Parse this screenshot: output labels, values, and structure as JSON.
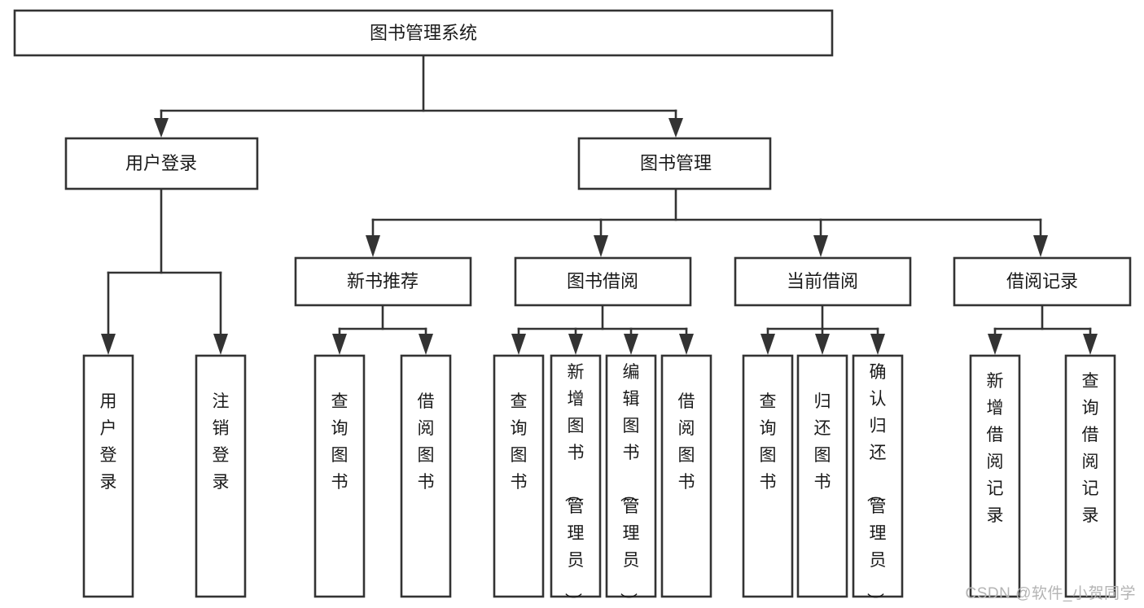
{
  "diagram": {
    "title": "图书管理系统",
    "type": "tree-hierarchy",
    "watermark": "CSDN @软件_小贺同学",
    "root": {
      "id": "root",
      "label": "图书管理系统"
    },
    "level2": [
      {
        "id": "user-login",
        "label": "用户登录"
      },
      {
        "id": "book-management",
        "label": "图书管理"
      }
    ],
    "level3": [
      {
        "id": "new-book-recommend",
        "label": "新书推荐",
        "parent": "book-management"
      },
      {
        "id": "book-borrow",
        "label": "图书借阅",
        "parent": "book-management"
      },
      {
        "id": "current-borrow",
        "label": "当前借阅",
        "parent": "book-management"
      },
      {
        "id": "borrow-record",
        "label": "借阅记录",
        "parent": "book-management"
      }
    ],
    "leaves": {
      "user-login": [
        {
          "id": "leaf-user-login",
          "label": "用户登录"
        },
        {
          "id": "leaf-user-logout",
          "label": "注销登录"
        }
      ],
      "new-book-recommend": [
        {
          "id": "leaf-query-book-1",
          "label": "查询图书"
        },
        {
          "id": "leaf-borrow-book-1",
          "label": "借阅图书"
        }
      ],
      "book-borrow": [
        {
          "id": "leaf-query-book-2",
          "label": "查询图书"
        },
        {
          "id": "leaf-add-book",
          "label": "新增图书（管理员）"
        },
        {
          "id": "leaf-edit-book",
          "label": "编辑图书（管理员）"
        },
        {
          "id": "leaf-borrow-book-2",
          "label": "借阅图书"
        }
      ],
      "current-borrow": [
        {
          "id": "leaf-query-book-3",
          "label": "查询图书"
        },
        {
          "id": "leaf-return-book",
          "label": "归还图书"
        },
        {
          "id": "leaf-confirm-return",
          "label": "确认归还（管理员）"
        }
      ],
      "borrow-record": [
        {
          "id": "leaf-add-record",
          "label": "新增借阅记录"
        },
        {
          "id": "leaf-query-record",
          "label": "查询借阅记录"
        }
      ]
    },
    "colors": {
      "box_stroke": "#333333",
      "box_fill": "#ffffff",
      "text": "#1a1a1a",
      "connector": "#333333",
      "watermark": "#b4b4b4",
      "background": "#ffffff"
    }
  }
}
